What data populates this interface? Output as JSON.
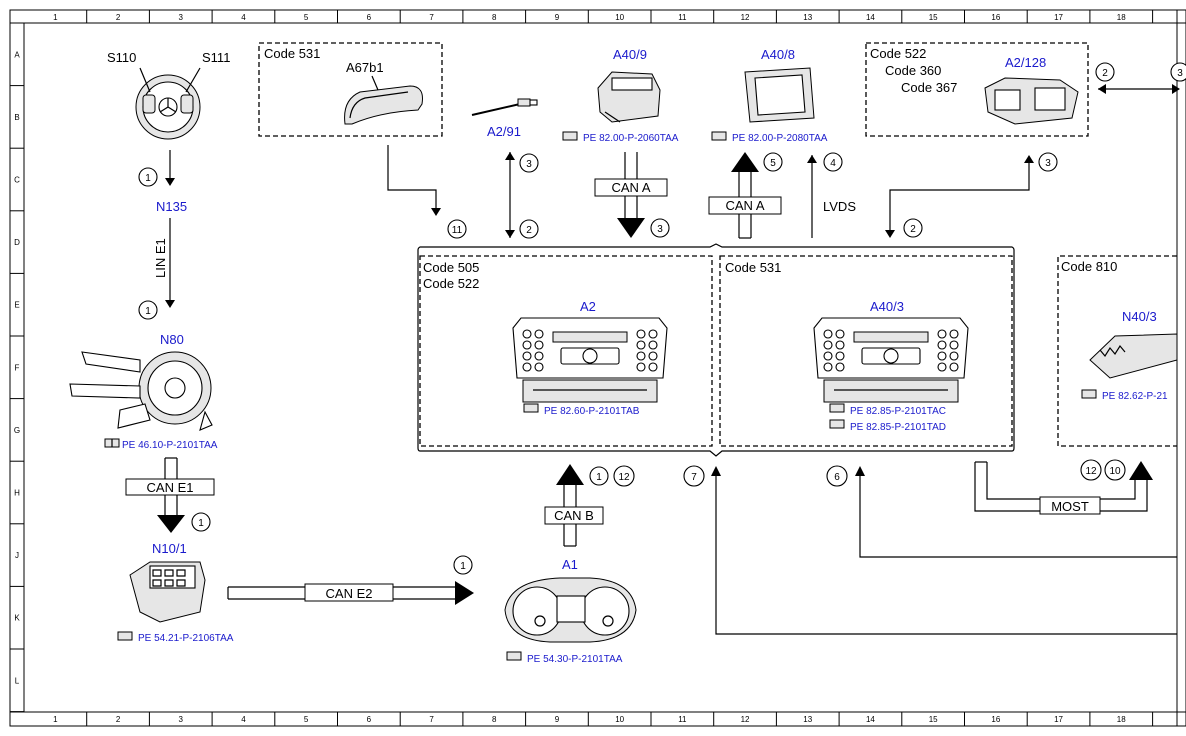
{
  "grid": {
    "columns": [
      "1",
      "2",
      "3",
      "4",
      "5",
      "6",
      "7",
      "8",
      "9",
      "10",
      "11",
      "12",
      "13",
      "14",
      "15",
      "16",
      "17",
      "18"
    ],
    "rows": [
      "A",
      "B",
      "C",
      "D",
      "E",
      "F",
      "G",
      "H",
      "J",
      "K",
      "L"
    ]
  },
  "components": {
    "s110": "S110",
    "s111": "S111",
    "n135": "N135",
    "n80": "N80",
    "n10_1": "N10/1",
    "a67b1": "A67b1",
    "a2_91": "A2/91",
    "a40_9": "A40/9",
    "a40_8": "A40/8",
    "a2_128": "A2/128",
    "a2": "A2",
    "a40_3": "A40/3",
    "n40_3": "N40/3",
    "a1": "A1"
  },
  "refs": {
    "n80": "PE 46.10-P-2101TAA",
    "n10_1": "PE 54.21-P-2106TAA",
    "a40_9": "PE 82.00-P-2060TAA",
    "a40_8": "PE 82.00-P-2080TAA",
    "a2": "PE 82.60-P-2101TAB",
    "a40_3_1": "PE 82.85-P-2101TAC",
    "a40_3_2": "PE 82.85-P-2101TAD",
    "n40_3": "PE 82.62-P-21",
    "a1": "PE 54.30-P-2101TAA"
  },
  "codes": {
    "box_531_top": "Code 531",
    "box_522": "Code 522",
    "box_360": "Code 360",
    "box_367": "Code 367",
    "box_505": "Code 505",
    "box_522b": "Code 522",
    "box_531_mid": "Code 531",
    "box_810": "Code 810"
  },
  "buses": {
    "lin_e1": "LIN E1",
    "can_a_1": "CAN A",
    "can_a_2": "CAN A",
    "lvds": "LVDS",
    "can_e1": "CAN E1",
    "can_b": "CAN B",
    "can_e2": "CAN E2",
    "most": "MOST"
  },
  "circles": {
    "c_n135": "1",
    "c_n80": "1",
    "c_n10": "1",
    "c_a67": "11",
    "c_a291_top": "3",
    "c_a291_bot": "2",
    "c_a409": "3",
    "c_a408_5": "5",
    "c_a408_4": "4",
    "c_a2128_3": "3",
    "c_a2128_2": "2",
    "c_right_2": "2",
    "c_right_3": "3",
    "c_a1_1": "1",
    "c_a1_12": "12",
    "c_7": "7",
    "c_6": "6",
    "c_n403_12": "12",
    "c_n403_10": "10",
    "c_cane2": "1"
  },
  "icons": [
    "steering-wheel-icon",
    "switch-module-icon",
    "connector-icon",
    "mirror-icon",
    "antenna-icon",
    "camera-icon",
    "display-icon",
    "module-icon",
    "head-unit-icon",
    "amplifier-icon",
    "instrument-cluster-icon",
    "book-icon"
  ]
}
